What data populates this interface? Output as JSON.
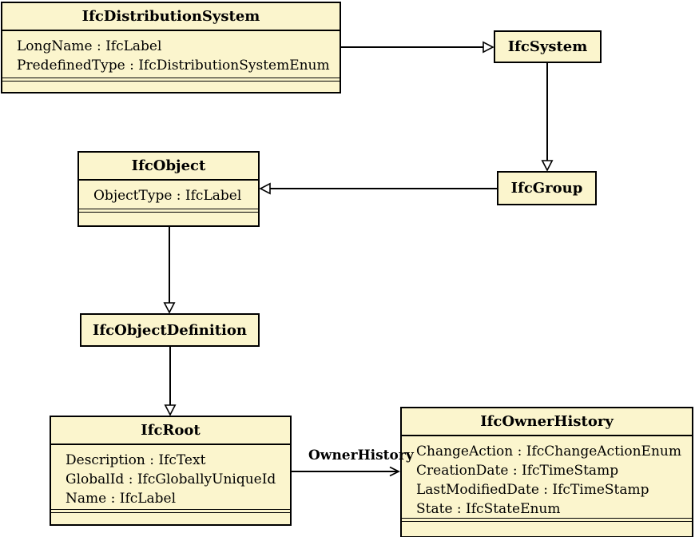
{
  "diagram": {
    "type": "uml-class-diagram",
    "colors": {
      "background": "#FFFFFF",
      "node_fill": "#FBF5CD",
      "node_border": "#000000",
      "edge": "#000000"
    },
    "classes": {
      "distribution_system": {
        "title": "IfcDistributionSystem",
        "attributes": [
          "LongName : IfcLabel",
          "PredefinedType : IfcDistributionSystemEnum"
        ]
      },
      "system": {
        "title": "IfcSystem",
        "attributes": []
      },
      "object": {
        "title": "IfcObject",
        "attributes": [
          "ObjectType : IfcLabel"
        ]
      },
      "group": {
        "title": "IfcGroup",
        "attributes": []
      },
      "object_definition": {
        "title": "IfcObjectDefinition",
        "attributes": []
      },
      "root": {
        "title": "IfcRoot",
        "attributes": [
          "Description : IfcText",
          "GlobalId : IfcGloballyUniqueId",
          "Name : IfcLabel"
        ]
      },
      "owner_history": {
        "title": "IfcOwnerHistory",
        "attributes": [
          "ChangeAction : IfcChangeActionEnum",
          "CreationDate : IfcTimeStamp",
          "LastModifiedDate : IfcTimeStamp",
          "State : IfcStateEnum"
        ]
      }
    },
    "edges": {
      "owner_history": {
        "label": "OwnerHistory",
        "type": "association",
        "from": "IfcRoot",
        "to": "IfcOwnerHistory"
      },
      "generalizations": [
        {
          "from": "IfcDistributionSystem",
          "to": "IfcSystem"
        },
        {
          "from": "IfcSystem",
          "to": "IfcGroup"
        },
        {
          "from": "IfcGroup",
          "to": "IfcObject"
        },
        {
          "from": "IfcObject",
          "to": "IfcObjectDefinition"
        },
        {
          "from": "IfcObjectDefinition",
          "to": "IfcRoot"
        }
      ]
    }
  }
}
